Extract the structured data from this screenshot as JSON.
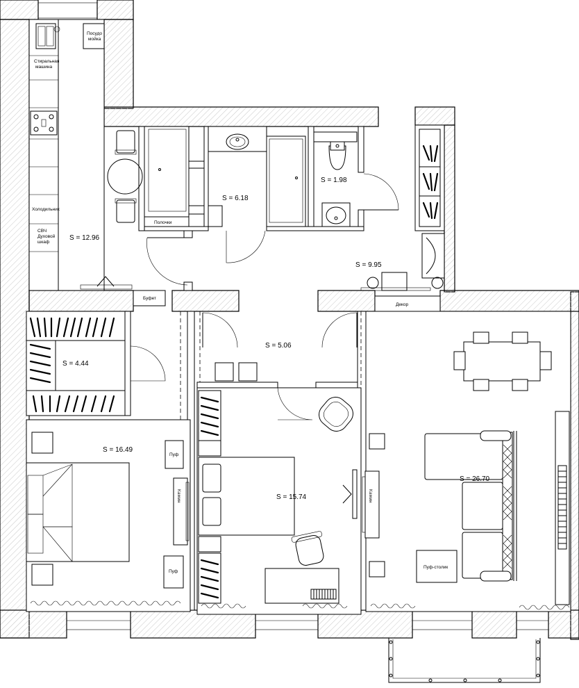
{
  "areas": {
    "kitchen": "S =  12.96",
    "bath": "S =  6.18",
    "wc": "S =  1.98",
    "hall": "S =  9.95",
    "corridor": "S =  5.06",
    "wardrobe": "S =  4.44",
    "bedroom1": "S =  16.49",
    "bedroom2": "S =  15.74",
    "living": "S =  26.70"
  },
  "labels": {
    "dishwasher_1": "Посудо",
    "dishwasher_2": "мойка",
    "washer_1": "Стиральная",
    "washer_2": "машина",
    "fridge": "Холодильник",
    "micro_1": "СВЧ",
    "micro_2": "Духовой",
    "micro_3": "шкаф",
    "shelves": "Полочки",
    "buffet": "Буфет",
    "decor": "Декор",
    "pouf_top": "Пуф",
    "pouf_bottom": "Пуф",
    "fireplace_1": "Камин",
    "fireplace_2": "Камин",
    "pouf_table": "Пуф-столик"
  }
}
